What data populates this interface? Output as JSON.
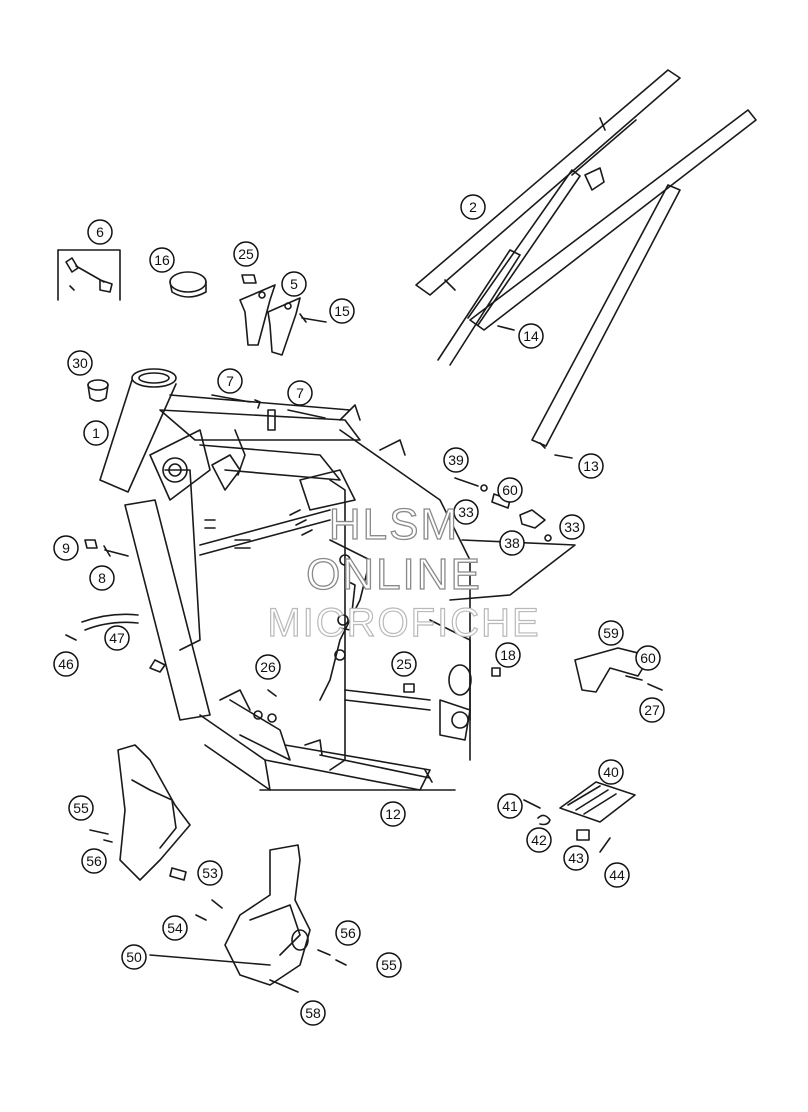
{
  "watermark": {
    "line1": "HLSM",
    "line2": "ONLINE",
    "line3": "MICROFICHE"
  },
  "callouts": [
    "1",
    "2",
    "5",
    "6",
    "7",
    "7",
    "8",
    "9",
    "12",
    "13",
    "14",
    "15",
    "16",
    "18",
    "25",
    "25",
    "26",
    "27",
    "30",
    "33",
    "33",
    "38",
    "39",
    "40",
    "41",
    "42",
    "43",
    "44",
    "46",
    "47",
    "50",
    "53",
    "54",
    "55",
    "55",
    "56",
    "56",
    "58",
    "59",
    "60",
    "60"
  ]
}
